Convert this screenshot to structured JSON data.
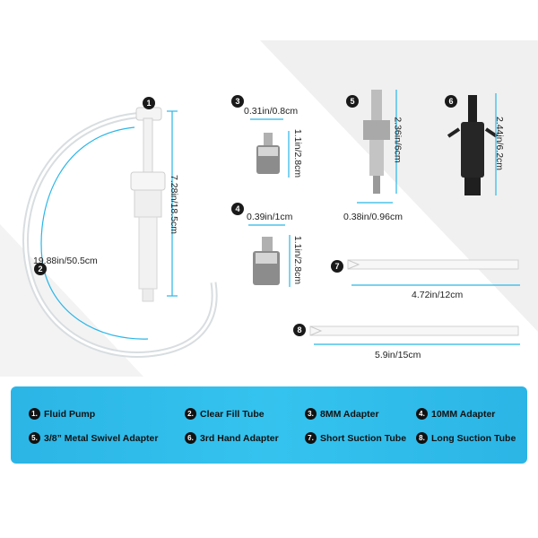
{
  "colors": {
    "accent": "#2bb5e6",
    "dimension_line": "#29b6e8",
    "badge": "#1a1a1a"
  },
  "badges": [
    "1",
    "2",
    "3",
    "4",
    "5",
    "6",
    "7",
    "8"
  ],
  "dimensions": {
    "pump_height": "7.28in/18.5cm",
    "tube_length": "19.88in/50.5cm",
    "adapter3_width": "0.31in/0.8cm",
    "adapter3_height": "1.1in/2.8cm",
    "adapter4_width": "0.39in/1cm",
    "adapter4_height": "1.1in/2.8cm",
    "adapter5_height": "2.36in/6cm",
    "adapter5_width": "0.38in/0.96cm",
    "adapter6_height": "2.44in/6.2cm",
    "short_tube": "4.72in/12cm",
    "long_tube": "5.9in/15cm"
  },
  "legend": [
    {
      "num": "1.",
      "label": "Fluid Pump"
    },
    {
      "num": "2.",
      "label": "Clear Fill Tube"
    },
    {
      "num": "3.",
      "label": "8MM Adapter"
    },
    {
      "num": "4.",
      "label": "10MM Adapter"
    },
    {
      "num": "5.",
      "label": "3/8” Metal Swivel Adapter"
    },
    {
      "num": "6.",
      "label": "3rd Hand Adapter"
    },
    {
      "num": "7.",
      "label": "Short Suction Tube"
    },
    {
      "num": "8.",
      "label": "Long Suction Tube"
    }
  ]
}
